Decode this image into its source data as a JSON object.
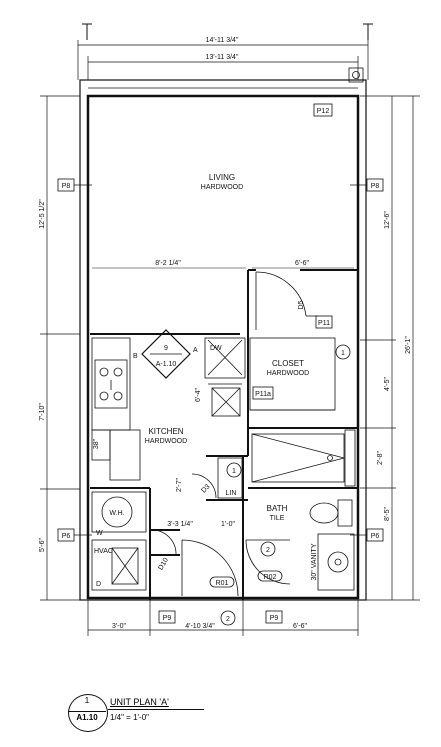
{
  "dimensions": {
    "overall_width": "14'-11 3/4\"",
    "inner_width": "13'-11 3/4\"",
    "left_upper": "12'-5 1/2\"",
    "left_middle": "7'-10\"",
    "left_lower": "5'-6\"",
    "right_upper": "12'-6\"",
    "right_closet": "4'-5\"",
    "right_shower": "2'-8\"",
    "right_bath": "8'-5\"",
    "right_overall": "26'-1\"",
    "living_left_span": "8'-2 1/4\"",
    "living_right_span": "6'-6\"",
    "kitchen_depth": "6'-4\"",
    "lin_depth": "2'-7\"",
    "hall_a": "3'-3 1/4\"",
    "hall_b": "1'-0\"",
    "bottom_left": "3'-0\"",
    "bottom_middle": "4'-10 3/4\"",
    "bottom_right": "6'-6\""
  },
  "rooms": {
    "living": {
      "name": "LIVING",
      "finish": "HARDWOOD"
    },
    "kitchen": {
      "name": "KITCHEN",
      "finish": "HARDWOOD"
    },
    "closet": {
      "name": "CLOSET",
      "finish": "HARDWOOD"
    },
    "bath": {
      "name": "BATH",
      "finish": "TILE"
    },
    "lin": "LIN",
    "wh": "W.H.",
    "hvac": "HVAC",
    "w": "W",
    "d": "D",
    "dw": "DW",
    "dishwasher_tag": "DW",
    "tag_38": "38\"",
    "vanity": "30\" VANITY"
  },
  "tags": {
    "p12": "P12",
    "p8_left": "P8",
    "p8_right": "P8",
    "p11": "P11",
    "p11a": "P11a",
    "p6_left": "P6",
    "p6_right": "P6",
    "p9_left": "P9",
    "p9_right": "P9",
    "d5": "D5",
    "d3": "D3",
    "d10": "D10",
    "r01": "R01",
    "r02": "R02",
    "door_1": "1",
    "door_2": "2",
    "section_num": "9",
    "section_sheet": "A-1.10",
    "section_a": "A",
    "section_b": "B"
  },
  "title_block": {
    "number": "1",
    "sheet": "A1.10",
    "title": "UNIT PLAN 'A'",
    "scale": "1/4\" = 1'-0\""
  }
}
